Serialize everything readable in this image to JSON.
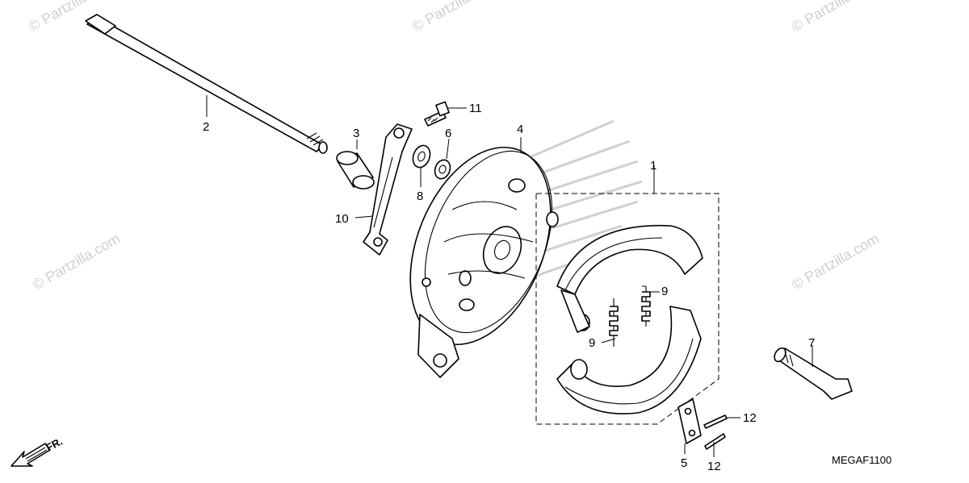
{
  "diagram": {
    "watermark_text": "© Partzilla.com",
    "diagram_code": "MEGAF1100",
    "front_indicator": "FR.",
    "callouts": {
      "c1": "1",
      "c2": "2",
      "c3": "3",
      "c4": "4",
      "c5": "5",
      "c6": "6",
      "c7": "7",
      "c8": "8",
      "c9a": "9",
      "c9b": "9",
      "c10": "10",
      "c11": "11",
      "c12a": "12",
      "c12b": "12"
    },
    "colors": {
      "line": "#000000",
      "watermark": "#cfcfcf",
      "background": "#ffffff"
    }
  }
}
